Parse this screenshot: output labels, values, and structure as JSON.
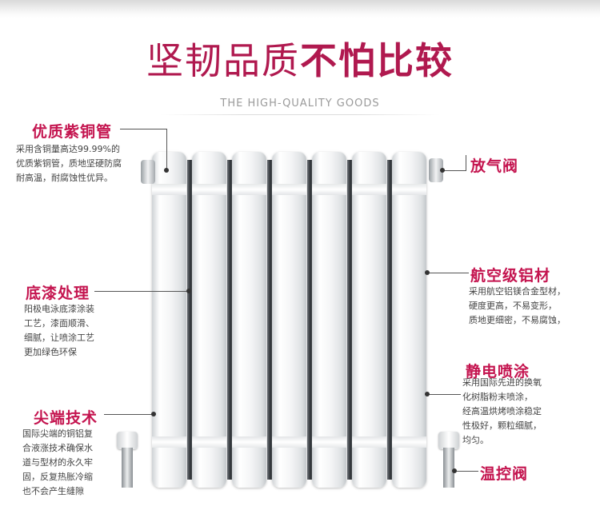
{
  "header": {
    "title_light": "坚韧品质",
    "title_bold": "不怕比较",
    "subtitle": "THE HIGH-QUALITY GOODS"
  },
  "callouts": {
    "copper_tube": {
      "label": "优质紫铜管",
      "desc": "采用含铜量高达99.99%的\n优质紫铜管，质地坚硬防腐\n耐高温，耐腐蚀性优异。"
    },
    "primer": {
      "label": "底漆处理",
      "desc": "阳极电泳底漆涂装\n工艺，漆面顺滑、\n细腻，让喷涂工艺\n更加绿色环保"
    },
    "tip_tech": {
      "label": "尖端技术",
      "desc": "国际尖端的铜铝复\n合液涨技术确保水\n道与型材的永久牢\n固，反复热胀冷缩\n也不会产生缝隙"
    },
    "air_valve": {
      "label": "放气阀"
    },
    "aluminum": {
      "label": "航空级铝材",
      "desc": "采用航空铝镁合金型材，\n硬度更高，不易变形，\n质地更细密，不易腐蚀，"
    },
    "electrostatic": {
      "label": "静电喷涂",
      "desc": "采用国际先进的换氧\n化树脂粉末喷涂，\n经高温烘烤喷涂稳定\n性极好，颗粒细腻，\n均匀。"
    },
    "thermostat": {
      "label": "温控阀"
    }
  },
  "colors": {
    "accent": "#c4144f",
    "title": "#b0194f"
  }
}
